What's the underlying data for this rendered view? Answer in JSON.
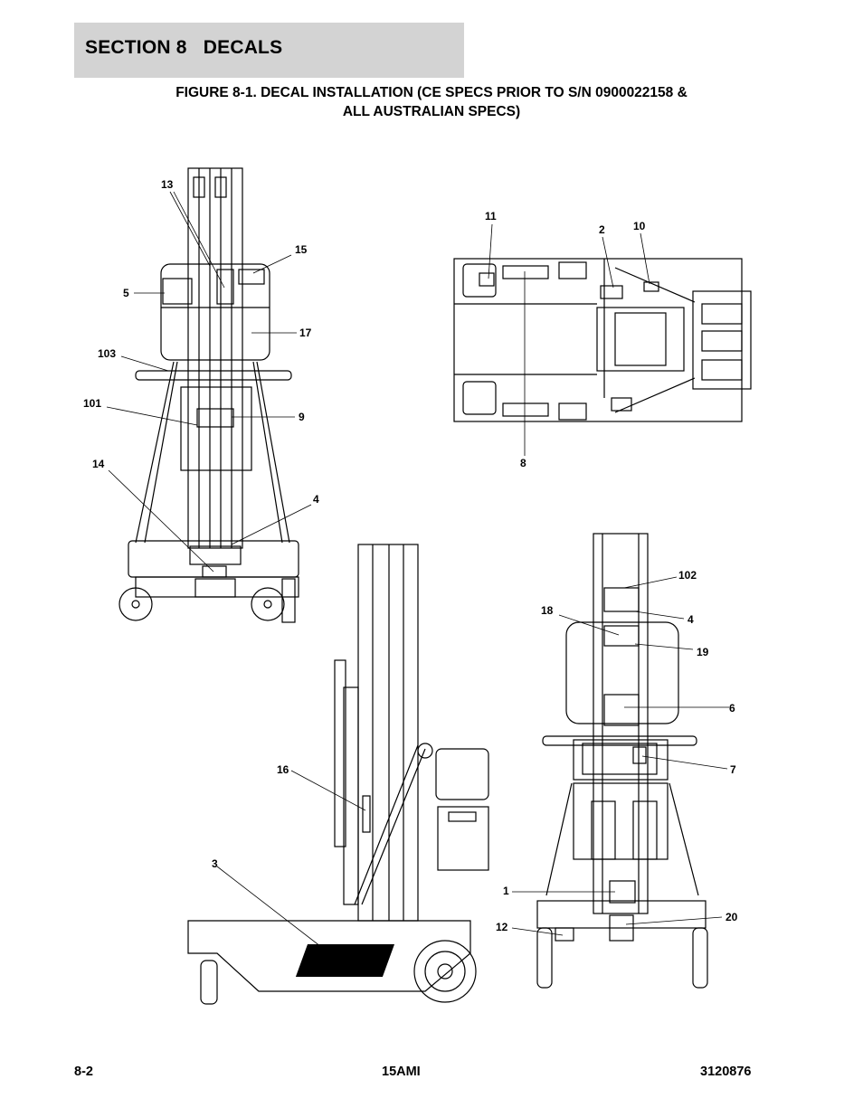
{
  "header": {
    "section": "SECTION 8   DECALS",
    "figure_line1": "FIGURE 8-1. DECAL INSTALLATION (CE SPECS PRIOR TO S/N 0900022158 &",
    "figure_line2": "ALL AUSTRALIAN SPECS)"
  },
  "callouts": {
    "c13": "13",
    "c15": "15",
    "c5": "5",
    "c17": "17",
    "c103": "103",
    "c101": "101",
    "c9": "9",
    "c14": "14",
    "c4a": "4",
    "c11": "11",
    "c2": "2",
    "c10": "10",
    "c8": "8",
    "c102": "102",
    "c18": "18",
    "c4b": "4",
    "c19": "19",
    "c6": "6",
    "c7": "7",
    "c16": "16",
    "c3": "3",
    "c1": "1",
    "c12": "12",
    "c20": "20"
  },
  "footer": {
    "page": "8-2",
    "model": "15AMI",
    "doc_number": "3120876"
  }
}
